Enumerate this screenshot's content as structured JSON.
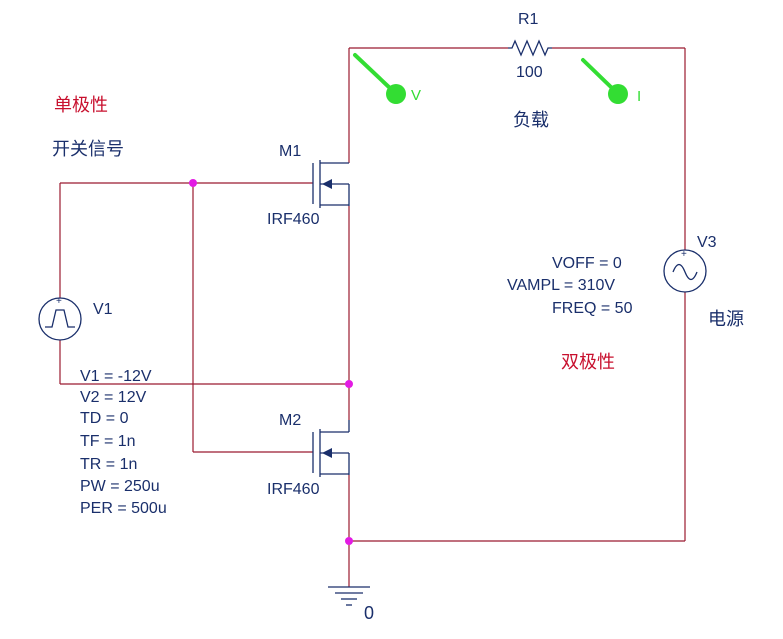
{
  "labels": {
    "unipolar": "单极性",
    "switch_signal": "开关信号",
    "load": "负载",
    "power_source": "电源",
    "bipolar": "双极性"
  },
  "components": {
    "r1": {
      "ref": "R1",
      "value": "100"
    },
    "m1": {
      "ref": "M1",
      "part": "IRF460"
    },
    "m2": {
      "ref": "M2",
      "part": "IRF460"
    },
    "v1": {
      "ref": "V1",
      "params": [
        "V1 = -12V",
        "V2 = 12V",
        "TD = 0",
        "TF = 1n",
        "TR = 1n",
        "PW = 250u",
        "PER = 500u"
      ]
    },
    "v3": {
      "ref": "V3",
      "params": [
        "VOFF = 0",
        "VAMPL = 310V",
        "FREQ = 50"
      ]
    },
    "ground": {
      "label": "0"
    }
  },
  "probes": {
    "voltage": {
      "label": "V"
    },
    "current": {
      "label": "I"
    }
  },
  "colors": {
    "wire": "#9b1b30",
    "component": "#1a2f6b",
    "node": "#e31be3",
    "probe": "#33dd33",
    "annotation_red": "#c8102e"
  }
}
